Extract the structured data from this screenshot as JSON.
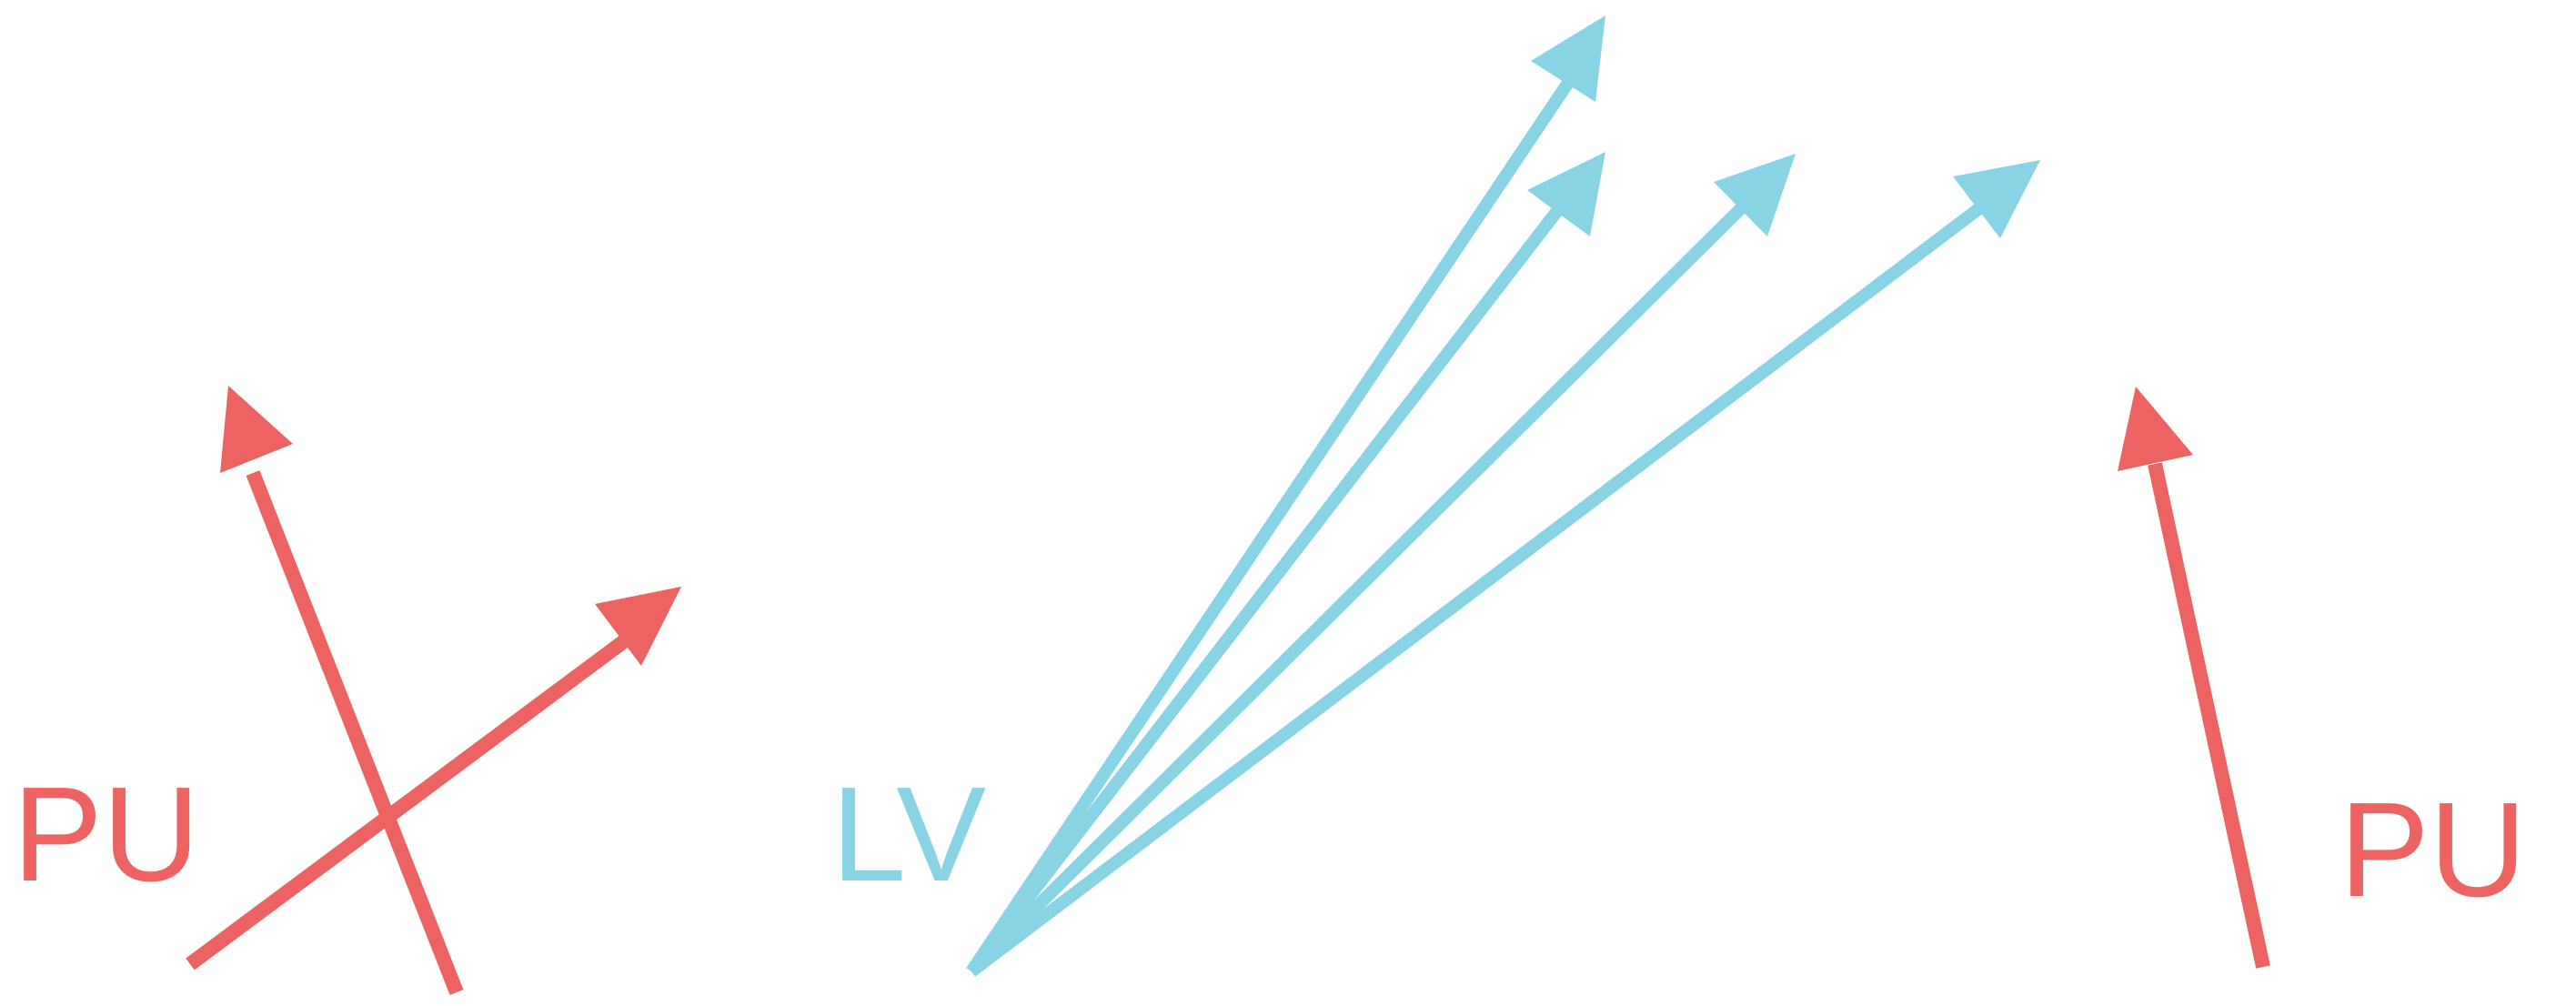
{
  "colors": {
    "pu": "#ec6361",
    "lv": "#88d3e4",
    "background": "#ffffff"
  },
  "labels": {
    "pu_left": "PU",
    "lv": "LV",
    "pu_right": "PU"
  }
}
